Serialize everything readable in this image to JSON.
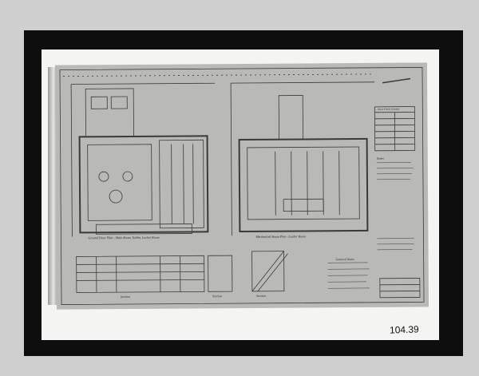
{
  "sheet": {
    "plate_number": "104.39",
    "titles": {
      "left_plan": "Ground Floor Plan - Main Room, Toilets, Locker Room",
      "right_plan": "Mechanical Room Plan - Locker Room",
      "schedule": "Room Finish Schedule",
      "notes": "Notes",
      "general_notes": "General Notes",
      "section_left": "Section",
      "section_mid": "Section",
      "section_right": "Section"
    }
  }
}
